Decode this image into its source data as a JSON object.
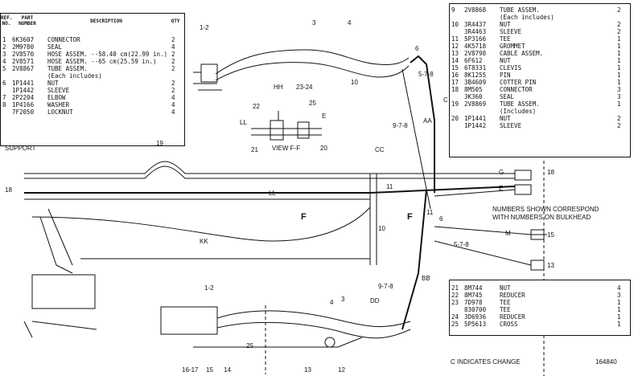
{
  "left_table": {
    "headers": {
      "ref_no": "REF. NO.",
      "part_number": "PART NUMBER",
      "description": "DESCRIPTION",
      "qty": "QTY"
    },
    "rows": [
      {
        "ref": "1",
        "part": "6K3607",
        "desc": "CONNECTOR",
        "qty": "2"
      },
      {
        "ref": "2",
        "part": "2M9780",
        "desc": "SEAL",
        "qty": "4"
      },
      {
        "ref": "3",
        "part": "2V8570",
        "desc": "HOSE ASSEM. --58.40 cm(22.99 in.)",
        "qty": "2"
      },
      {
        "ref": "4",
        "part": "2V8571",
        "desc": "HOSE ASSEM. --65 cm(25.59 in.)",
        "qty": "2"
      },
      {
        "ref": "5",
        "part": "2V8867",
        "desc": "TUBE ASSEM.",
        "qty": "2"
      },
      {
        "ref": "",
        "part": "",
        "desc": "(Each includes)",
        "qty": ""
      },
      {
        "ref": "6",
        "part": "1P1441",
        "desc": "NUT",
        "qty": "2"
      },
      {
        "ref": "",
        "part": "1P1442",
        "desc": "SLEEVE",
        "qty": "2"
      },
      {
        "ref": "7",
        "part": "2P2204",
        "desc": "ELBOW",
        "qty": "4"
      },
      {
        "ref": "8",
        "part": "1P4166",
        "desc": "WASHER",
        "qty": "4"
      },
      {
        "ref": "",
        "part": "7F2050",
        "desc": "LOCKNUT",
        "qty": "4"
      }
    ]
  },
  "right_table": {
    "rows": [
      {
        "ref": "9",
        "part": "2V8868",
        "desc": "TUBE ASSEM.",
        "qty": "2"
      },
      {
        "ref": "",
        "part": "",
        "desc": "(Each includes)",
        "qty": ""
      },
      {
        "ref": "10",
        "part": "3R4437",
        "desc": "NUT",
        "qty": "2"
      },
      {
        "ref": "",
        "part": "3R4463",
        "desc": "SLEEVE",
        "qty": "2"
      },
      {
        "ref": "11",
        "part": "5P3166",
        "desc": "TEE",
        "qty": "1"
      },
      {
        "ref": "12",
        "part": "4K5718",
        "desc": "GROMMET",
        "qty": "1"
      },
      {
        "ref": "13",
        "part": "2V8798",
        "desc": "CABLE ASSEM.",
        "qty": "1"
      },
      {
        "ref": "14",
        "part": "6F612",
        "desc": "NUT",
        "qty": "1"
      },
      {
        "ref": "15",
        "part": "6T8331",
        "desc": "CLEVIS",
        "qty": "1"
      },
      {
        "ref": "16",
        "part": "8K1255",
        "desc": "PIN",
        "qty": "1"
      },
      {
        "ref": "17",
        "part": "3B4609",
        "desc": "COTTER PIN",
        "qty": "1"
      },
      {
        "ref": "18",
        "part": "8M505",
        "desc": "CONNECTOR",
        "qty": "3"
      },
      {
        "ref": "",
        "part": "3K360",
        "desc": "SEAL",
        "qty": "3"
      },
      {
        "ref": "19",
        "part": "2V8869",
        "desc": "TUBE ASSEM.",
        "qty": "1"
      },
      {
        "ref": "",
        "part": "",
        "desc": "(Includes)",
        "qty": ""
      },
      {
        "ref": "20",
        "part": "1P1441",
        "desc": "NUT",
        "qty": "2"
      },
      {
        "ref": "",
        "part": "1P1442",
        "desc": "SLEEVE",
        "qty": "2"
      }
    ],
    "change_marker": "C"
  },
  "bottom_table": {
    "rows": [
      {
        "ref": "21",
        "part": "8M744",
        "desc": "NUT",
        "qty": "4"
      },
      {
        "ref": "22",
        "part": "8M745",
        "desc": "REDUCER",
        "qty": "3"
      },
      {
        "ref": "23",
        "part": "7D978",
        "desc": "TEE",
        "qty": "1"
      },
      {
        "ref": "",
        "part": "830700",
        "desc": "TEE",
        "qty": "1"
      },
      {
        "ref": "24",
        "part": "3D6936",
        "desc": "REDUCER",
        "qty": "1"
      },
      {
        "ref": "25",
        "part": "5P5613",
        "desc": "CROSS",
        "qty": "1"
      }
    ]
  },
  "notes": {
    "support": "SUPPORT",
    "view": "VIEW F-F",
    "bulkhead_note_1": "NUMBERS SHOWN CORRESPOND",
    "bulkhead_note_2": "WITH NUMBERS ON BULKHEAD",
    "change": "C INDICATES CHANGE",
    "drawing_no": "164840"
  },
  "callouts": [
    {
      "id": "c1",
      "text": "1-2"
    },
    {
      "id": "c2",
      "text": "3"
    },
    {
      "id": "c3",
      "text": "4"
    },
    {
      "id": "c4",
      "text": "6"
    },
    {
      "id": "c5",
      "text": "5-7-8"
    },
    {
      "id": "c6",
      "text": "10"
    },
    {
      "id": "c7",
      "text": "AA"
    },
    {
      "id": "c8",
      "text": "HH"
    },
    {
      "id": "c9",
      "text": "23-24"
    },
    {
      "id": "c10",
      "text": "22"
    },
    {
      "id": "c11",
      "text": "25"
    },
    {
      "id": "c12",
      "text": "LL"
    },
    {
      "id": "c13",
      "text": "E"
    },
    {
      "id": "c14",
      "text": "21"
    },
    {
      "id": "c15",
      "text": "9-7-8"
    },
    {
      "id": "c16",
      "text": "CC"
    },
    {
      "id": "c17",
      "text": "19"
    },
    {
      "id": "c18",
      "text": "20"
    },
    {
      "id": "c19",
      "text": "18"
    },
    {
      "id": "c20",
      "text": "G"
    },
    {
      "id": "c21",
      "text": "18"
    },
    {
      "id": "c22",
      "text": "E"
    },
    {
      "id": "c23",
      "text": "LL"
    },
    {
      "id": "c24",
      "text": "11"
    },
    {
      "id": "c25",
      "text": "F"
    },
    {
      "id": "c26",
      "text": "F"
    },
    {
      "id": "c27",
      "text": "11"
    },
    {
      "id": "c28",
      "text": "6"
    },
    {
      "id": "c29",
      "text": "10"
    },
    {
      "id": "c30",
      "text": "KK"
    },
    {
      "id": "c31",
      "text": "M"
    },
    {
      "id": "c32",
      "text": "15"
    },
    {
      "id": "c33",
      "text": "5-7-8"
    },
    {
      "id": "c34",
      "text": "13"
    },
    {
      "id": "c35",
      "text": "9-7-8"
    },
    {
      "id": "c36",
      "text": "BB"
    },
    {
      "id": "c37",
      "text": "DD"
    },
    {
      "id": "c38",
      "text": "1-2"
    },
    {
      "id": "c39",
      "text": "4"
    },
    {
      "id": "c40",
      "text": "3"
    },
    {
      "id": "c41",
      "text": "16-17"
    },
    {
      "id": "c42",
      "text": "15"
    },
    {
      "id": "c43",
      "text": "14"
    },
    {
      "id": "c44",
      "text": "25"
    },
    {
      "id": "c45",
      "text": "13"
    },
    {
      "id": "c46",
      "text": "12"
    }
  ]
}
